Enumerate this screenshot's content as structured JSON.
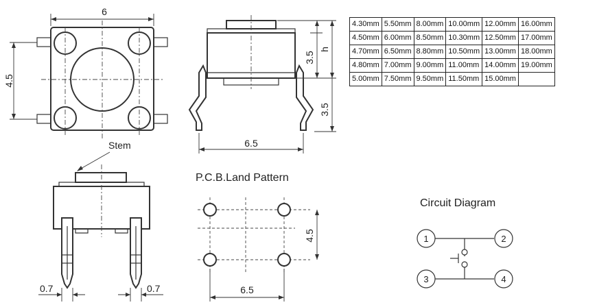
{
  "top_view": {
    "width_label": "6",
    "pin_pitch_label": "4.5"
  },
  "side_view": {
    "stem_height_label": "3.5",
    "h_label": "h",
    "lead_length_label": "3.5",
    "lead_span_label": "6.5"
  },
  "front_view": {
    "stem_label": "Stem",
    "lead_width_left": "0.7",
    "lead_width_right": "0.7"
  },
  "pcb_land_pattern": {
    "title": "P.C.B.Land Pattern",
    "vertical_pitch_label": "4.5",
    "horizontal_pitch_label": "6.5"
  },
  "circuit_diagram": {
    "title": "Circuit Diagram",
    "pins": [
      "1",
      "2",
      "3",
      "4"
    ]
  },
  "height_table": {
    "rows": [
      [
        "4.30mm",
        "5.50mm",
        "8.00mm",
        "10.00mm",
        "12.00mm",
        "16.00mm"
      ],
      [
        "4.50mm",
        "6.00mm",
        "8.50mm",
        "10.30mm",
        "12.50mm",
        "17.00mm"
      ],
      [
        "4.70mm",
        "6.50mm",
        "8.80mm",
        "10.50mm",
        "13.00mm",
        "18.00mm"
      ],
      [
        "4.80mm",
        "7.00mm",
        "9.00mm",
        "11.00mm",
        "14.00mm",
        "19.00mm"
      ],
      [
        "5.00mm",
        "7.50mm",
        "9.50mm",
        "11.50mm",
        "15.00mm",
        ""
      ]
    ]
  }
}
